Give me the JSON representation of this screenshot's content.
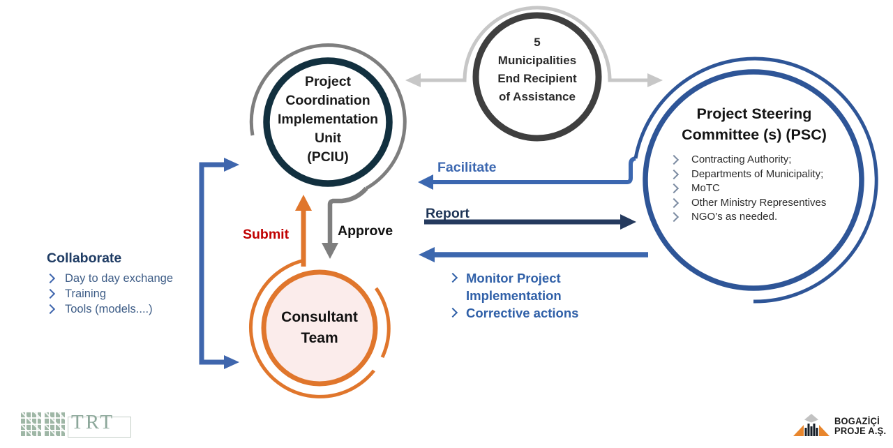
{
  "nodes": {
    "municipalities": {
      "lines": [
        "5",
        "Municipalities",
        "End Recipient",
        "of Assistance"
      ]
    },
    "pciu": {
      "lines": [
        "Project",
        "Coordination",
        "Implementation",
        "Unit",
        "(PCIU)"
      ]
    },
    "psc": {
      "title_lines": [
        "Project Steering",
        "Committee (s) (PSC)"
      ],
      "items": [
        "Contracting Authority;",
        "Departments of Municipality;",
        "MoTC",
        "Other Ministry Representives",
        "NGO’s as needed."
      ]
    },
    "consultant": {
      "lines": [
        "Consultant",
        "Team"
      ]
    }
  },
  "arrows": {
    "facilitate": "Facilitate",
    "report": "Report",
    "submit": "Submit",
    "approve": "Approve"
  },
  "collaborate": {
    "title": "Collaborate",
    "items": [
      "Day to day exchange",
      "Training",
      "Tools (models....)"
    ]
  },
  "psc_actions": {
    "items": [
      "Monitor Project Implementation",
      "Corrective actions"
    ]
  },
  "logos": {
    "trt_text": "TRT",
    "bogazici_line1": "BOGAZİÇİ",
    "bogazici_line2": "PROJE A.Ş."
  },
  "icons": {
    "bullets": "chevron-bullet-icon",
    "trt": "trt-map-icon",
    "bogazici": "bogazici-bridge-icon"
  },
  "colors": {
    "top_circle_border": "#3f3f3f",
    "light_gray_arrow": "#c7c7c7",
    "pciu_border": "#12303f",
    "gray_arc": "#7e7e7e",
    "psc_blue": "#2e5597",
    "facilitate_blue": "#3b67b0",
    "report_navy": "#253a5e",
    "orange": "#e0762c",
    "consultant_fill": "#fbeceb",
    "submit_red": "#c00000",
    "collaborate_navy": "#1f3c64",
    "monitor_blue": "#3060a8"
  }
}
